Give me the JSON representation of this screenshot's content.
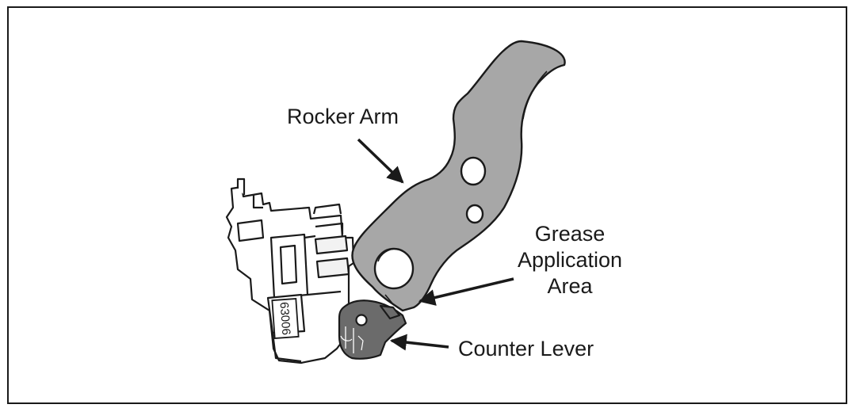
{
  "labels": {
    "rocker_arm": "Rocker Arm",
    "grease_line1": "Grease",
    "grease_line2": "Application",
    "grease_line3": "Area",
    "counter_lever": "Counter Lever"
  },
  "part_stamp": "63006",
  "colors": {
    "outline": "#1a1a1a",
    "rocker_fill": "#a7a7a7",
    "lever_fill": "#6b6b6b",
    "housing_fill": "#ffffff",
    "housing_shade": "#f2f2f2"
  }
}
